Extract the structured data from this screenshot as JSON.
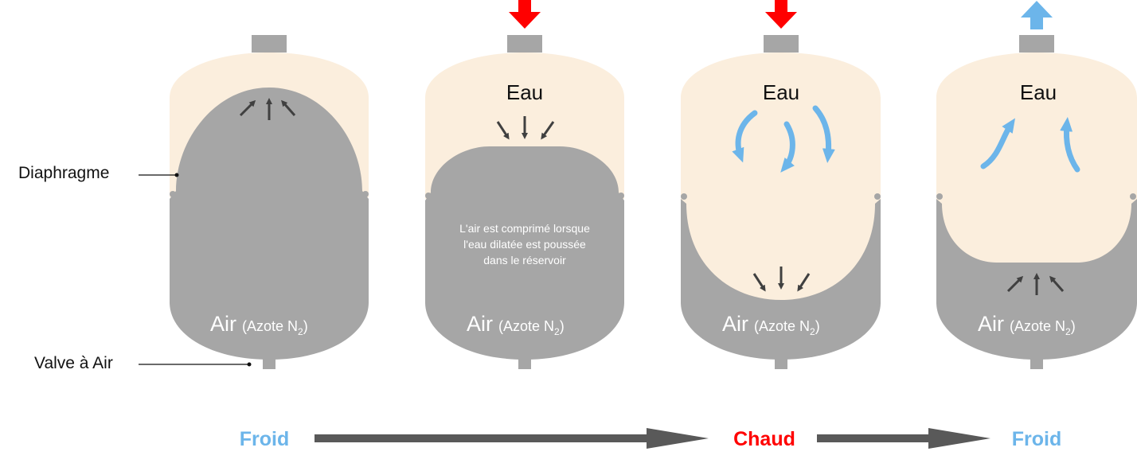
{
  "labels": {
    "diaphragm": "Diaphragme",
    "valve": "Valve à Air",
    "water": "Eau",
    "air": "Air",
    "gas": "(Azote N",
    "gas_subscript": "2",
    "gas_close": ")",
    "note_line1": "L'air est comprimé lorsque",
    "note_line2": "l'eau dilatée est poussée",
    "note_line3": "dans le réservoir"
  },
  "states": {
    "cold_start": "Froid",
    "hot": "Chaud",
    "cold_end": "Froid"
  },
  "colors": {
    "water": "#fbeedd",
    "air": "#a6a6a6",
    "cold": "#6cb5ea",
    "hot": "#ff0000",
    "timeline": "#595959",
    "pressure_arrow": "#404040"
  }
}
